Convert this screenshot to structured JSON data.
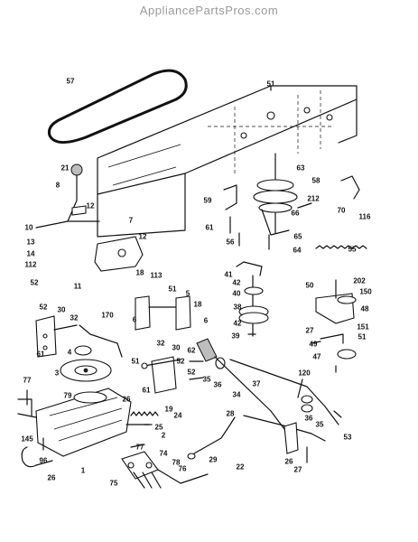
{
  "watermark": "AppliancePartsPros.com",
  "callouts": {
    "57": "57",
    "51": "51",
    "63": "63",
    "21": "21",
    "8": "8",
    "58": "58",
    "59": "59",
    "212": "212",
    "70": "70",
    "116": "116",
    "66": "66",
    "61": "61",
    "10": "10",
    "12": "12",
    "7": "7",
    "56": "56",
    "65": "65",
    "55": "55",
    "13": "13",
    "14": "14",
    "112": "112",
    "64": "64",
    "41": "41",
    "42": "42",
    "40": "40",
    "50": "50",
    "202": "202",
    "150": "150",
    "52": "52",
    "11": "11",
    "18": "18",
    "113": "113",
    "5": "5",
    "48": "48",
    "38": "38",
    "30": "30",
    "32": "32",
    "170": "170",
    "6": "6",
    "39": "39",
    "27": "27",
    "151": "151",
    "49": "49",
    "47": "47",
    "120": "120",
    "4": "4",
    "3": "3",
    "62": "62",
    "35": "35",
    "36": "36",
    "37": "37",
    "34": "34",
    "79": "79",
    "77": "77",
    "26": "26",
    "19": "19",
    "24": "24",
    "25": "25",
    "28": "28",
    "2": "2",
    "145": "145",
    "53": "53",
    "96": "96",
    "1": "1",
    "74": "74",
    "78": "78",
    "76": "76",
    "29": "29",
    "22": "22",
    "75": "75"
  }
}
